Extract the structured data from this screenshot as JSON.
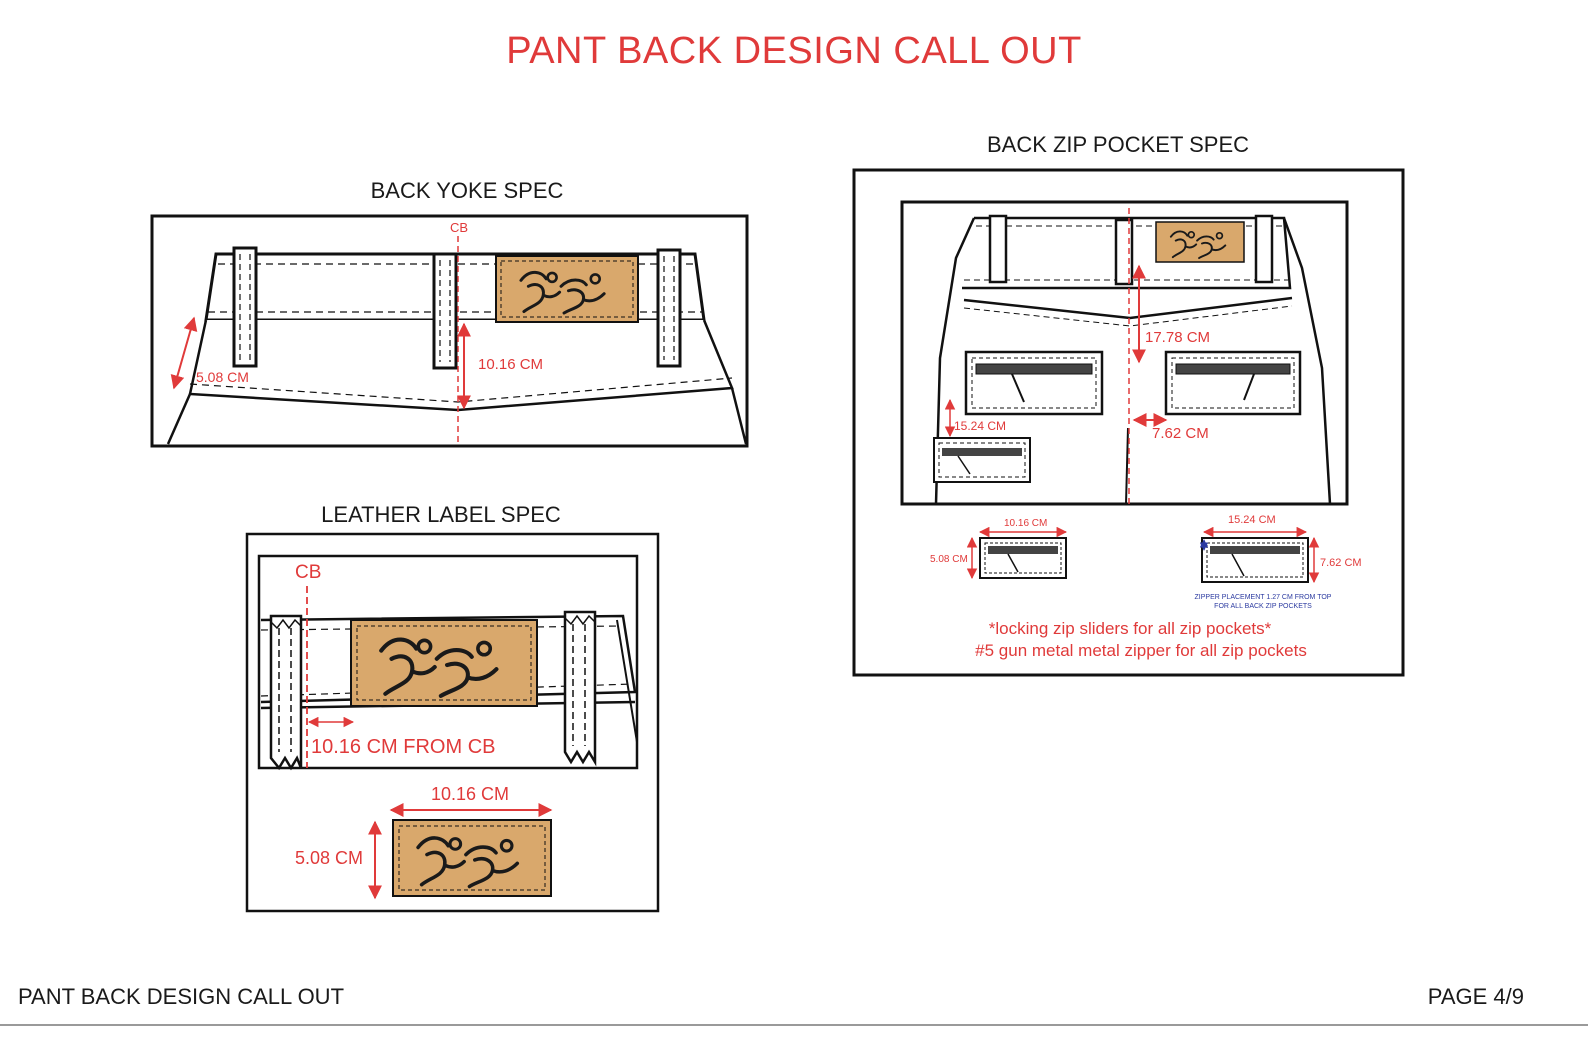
{
  "title": "PANT BACK DESIGN CALL OUT",
  "footer": {
    "left": "PANT BACK DESIGN CALL OUT",
    "right": "PAGE 4/9"
  },
  "colors": {
    "accent": "#e03a3a",
    "leather": "#d9a86c",
    "note_blue": "#2b3aa0"
  },
  "yoke": {
    "title": "BACK YOKE SPEC",
    "cb": "CB",
    "m_height": "10.16 CM",
    "m_side": "5.08 CM"
  },
  "leather": {
    "title": "LEATHER LABEL SPEC",
    "cb": "CB",
    "from_cb": "10.16 CM FROM CB",
    "width": "10.16 CM",
    "height": "5.08 CM"
  },
  "zip": {
    "title": "BACK ZIP POCKET SPEC",
    "m_178": "17.78 CM",
    "m_1524": "15.24 CM",
    "m_762": "7.62 CM",
    "small_w": "10.16 CM",
    "small_h": "5.08 CM",
    "big_w": "15.24 CM",
    "big_h": "7.62 CM",
    "placement_1": "ZIPPER PLACEMENT 1.27 CM FROM TOP",
    "placement_2": "FOR ALL BACK ZIP POCKETS",
    "note_1": "*locking zip sliders for all zip pockets*",
    "note_2": "#5 gun metal metal zipper for all zip pockets"
  }
}
